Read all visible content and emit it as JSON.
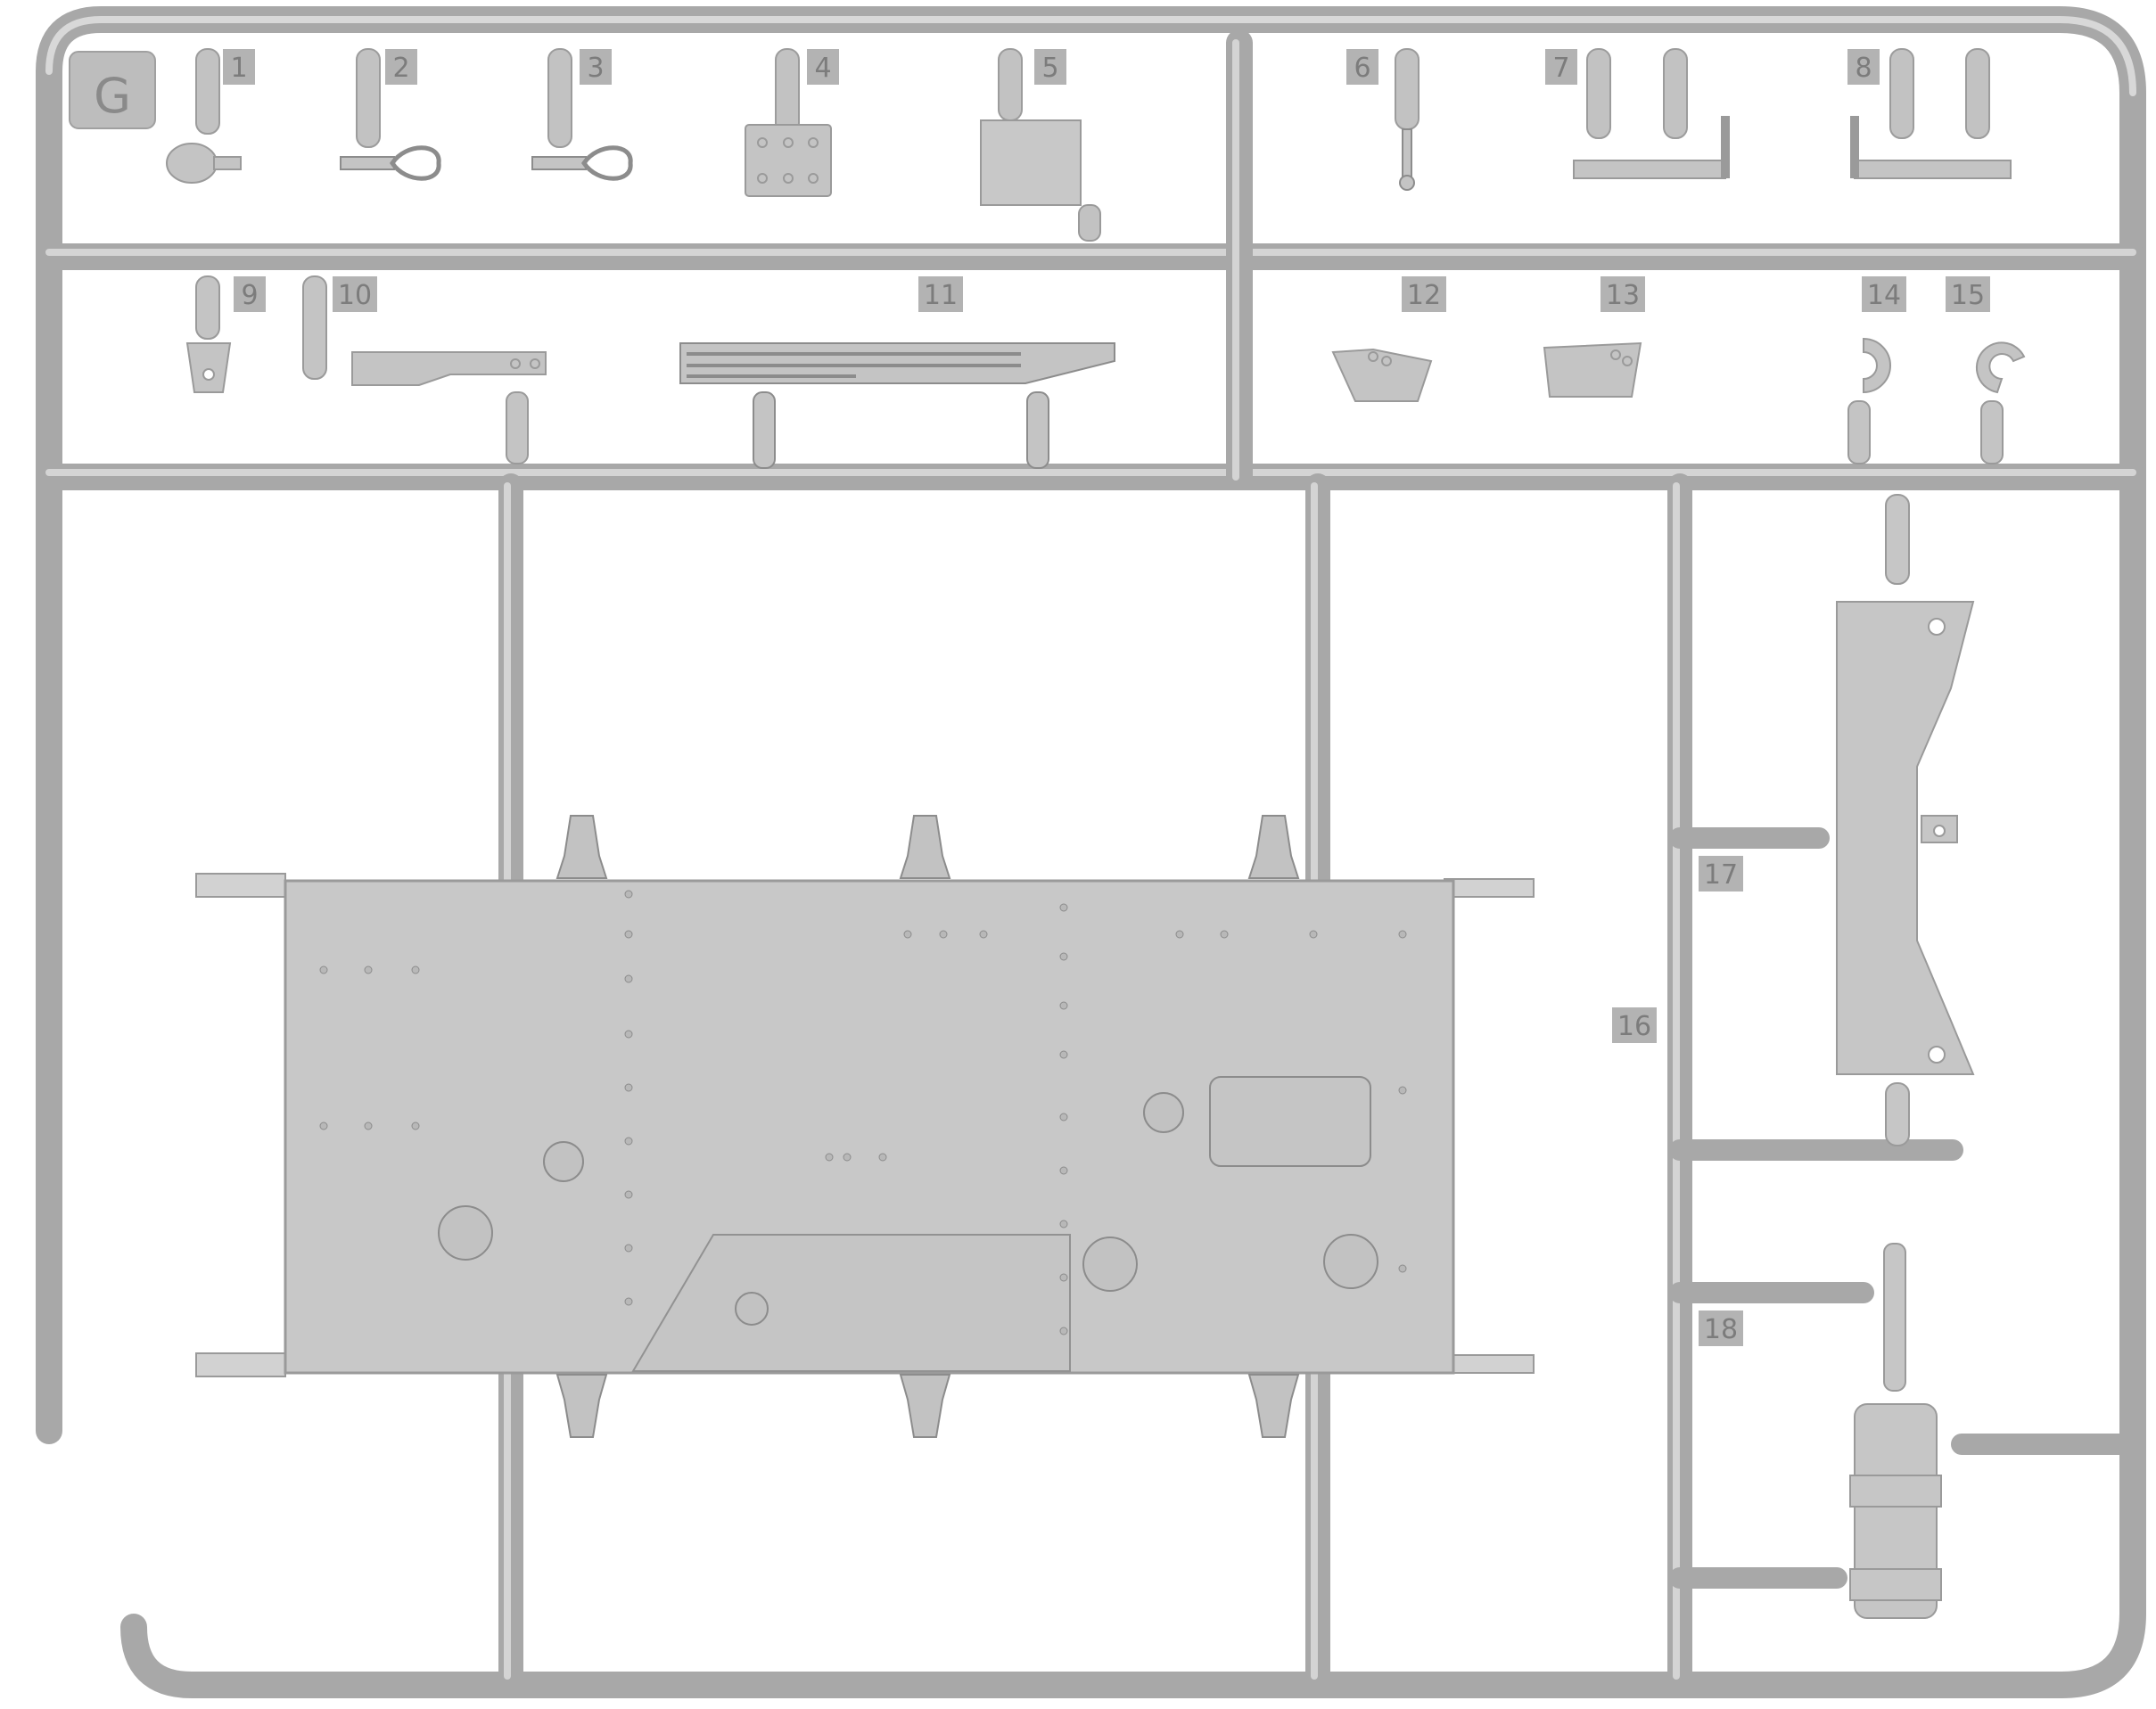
{
  "sprue": {
    "letter": "G",
    "colors": {
      "plastic": "#c6c6c6",
      "edge": "#9c9c9c",
      "tag": "#b3b3b3",
      "tag_text": "#7c7c7c",
      "background": "#ffffff"
    },
    "labels": {
      "p1": "1",
      "p2": "2",
      "p3": "3",
      "p4": "4",
      "p5": "5",
      "p6": "6",
      "p7": "7",
      "p8": "8",
      "p9": "9",
      "p10": "10",
      "p11": "11",
      "p12": "12",
      "p13": "13",
      "p14": "14",
      "p15": "15",
      "p16": "16",
      "p17": "17",
      "p18": "18"
    }
  }
}
